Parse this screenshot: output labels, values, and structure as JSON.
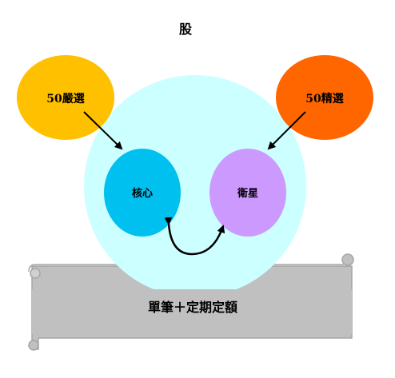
{
  "title": "股",
  "colors": {
    "big_circle": "#CCFFFF",
    "left_top": "#FFC000",
    "right_top": "#FF6600",
    "core": "#00C0F0",
    "satellite": "#CC99FF",
    "scroll": "#C0C0C0",
    "scroll_edge": "#A6A6A6"
  },
  "nodes": {
    "top_left": "50嚴選",
    "top_right": "50精選",
    "core": "核心",
    "satellite": "衛星"
  },
  "banner": "單筆＋定期定額"
}
